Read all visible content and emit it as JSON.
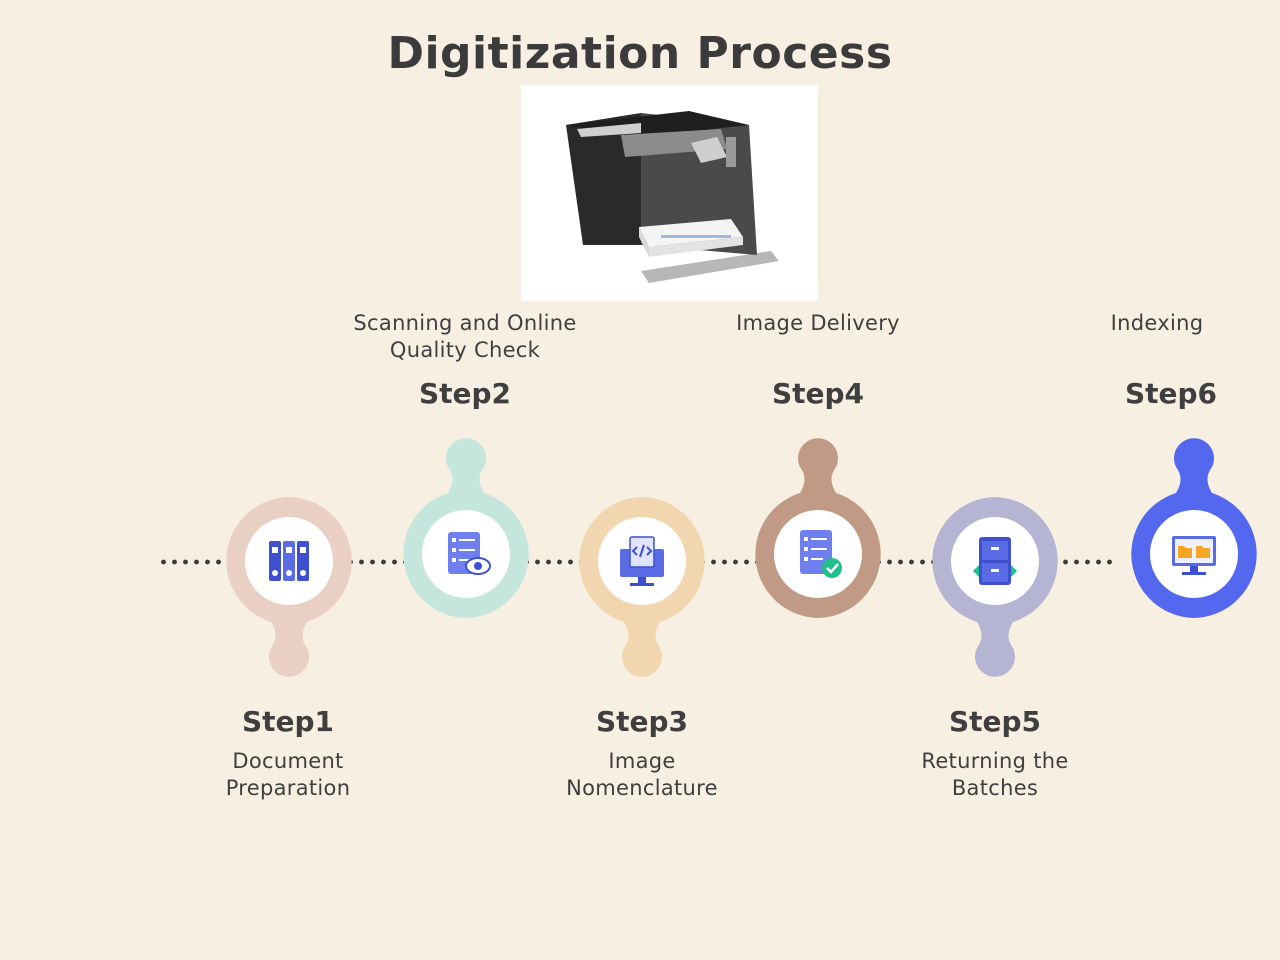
{
  "title": "Digitization Process",
  "steps": [
    {
      "label": "Step1",
      "description_lines": [
        "Document",
        "Preparation"
      ],
      "color": "#e9cfc4",
      "icon": "binders-icon"
    },
    {
      "label": "Step2",
      "description_lines": [
        "Scanning and Online",
        "Quality Check"
      ],
      "color": "#c5e6dd",
      "icon": "checklist-eye-icon"
    },
    {
      "label": "Step3",
      "description_lines": [
        "Image",
        "Nomenclature"
      ],
      "color": "#f1d6b0",
      "icon": "code-monitor-icon"
    },
    {
      "label": "Step4",
      "description_lines": [
        "Image Delivery"
      ],
      "color": "#c19a85",
      "icon": "checklist-approved-icon"
    },
    {
      "label": "Step5",
      "description_lines": [
        "Returning the",
        "Batches"
      ],
      "color": "#b5b4d2",
      "icon": "filing-cabinet-icon"
    },
    {
      "label": "Step6",
      "description_lines": [
        "Indexing"
      ],
      "color": "#5368ee",
      "icon": "folders-monitor-icon"
    }
  ]
}
